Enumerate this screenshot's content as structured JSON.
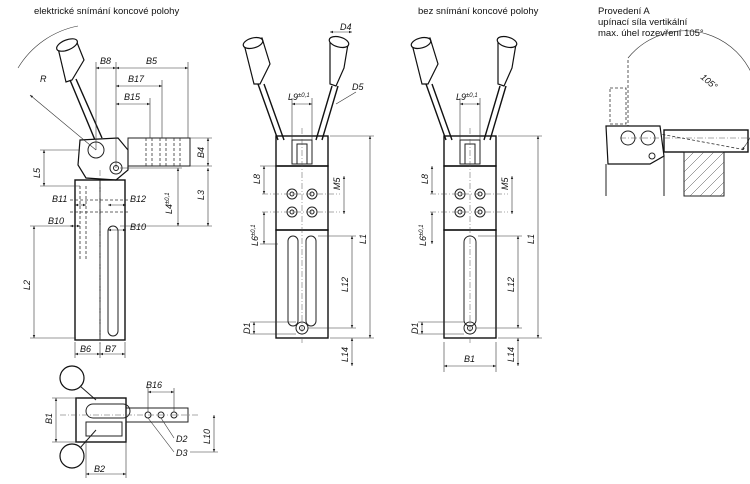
{
  "headings": {
    "left": "elektrické snímání koncové polohy",
    "middle": "bez snímání koncové polohy",
    "right": [
      "Provedení A",
      "upínací síla vertikální",
      "max. úhel rozevření 105°"
    ]
  },
  "dims": {
    "R": "R",
    "B8": "B8",
    "B5": "B5",
    "B17": "B17",
    "B15": "B15",
    "B4": "B4",
    "L5": "L5",
    "B11": "B11",
    "B12": "B12",
    "L3": "L3",
    "L4": "L4",
    "tol": "±0,1",
    "B10": "B10",
    "L2": "L2",
    "B6": "B6",
    "B7": "B7",
    "D4": "D4",
    "D5": "D5",
    "L9": "L9",
    "L8": "L8",
    "M5": "M5",
    "L6": "L6",
    "L1": "L1",
    "L12": "L12",
    "D1": "D1",
    "L14": "L14",
    "B1": "B1",
    "B16": "B16",
    "D2": "D2",
    "D3": "D3",
    "L10": "L10",
    "B2": "B2",
    "angle": "105°"
  }
}
